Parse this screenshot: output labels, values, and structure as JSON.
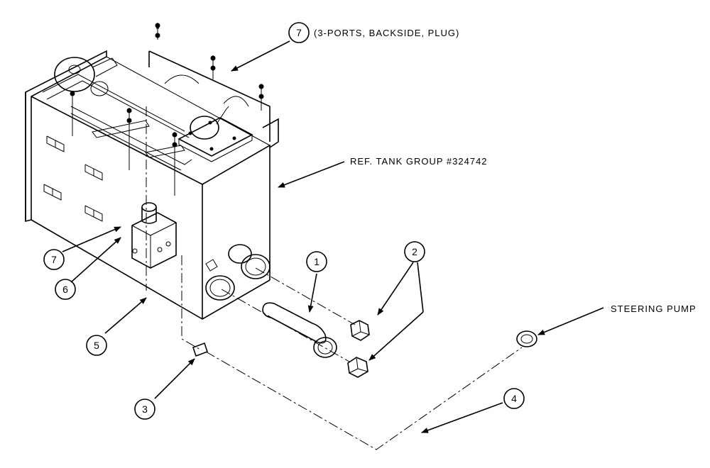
{
  "callouts": [
    {
      "num": "1"
    },
    {
      "num": "2"
    },
    {
      "num": "3"
    },
    {
      "num": "4"
    },
    {
      "num": "5"
    },
    {
      "num": "6"
    },
    {
      "num": "7"
    },
    {
      "num": "7"
    }
  ],
  "labels": {
    "ports_note": "(3-PORTS, BACKSIDE, PLUG)",
    "tank_ref": "REF. TANK GROUP #324742",
    "steering_pump": "STEERING PUMP"
  }
}
